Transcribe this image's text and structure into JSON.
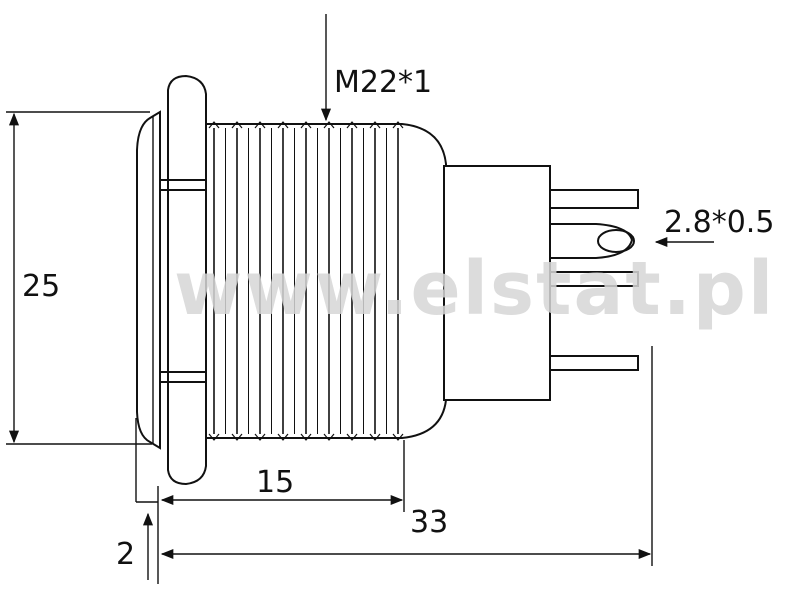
{
  "diagram": {
    "labels": {
      "thread": "M22*1",
      "terminal": "2.8*0.5",
      "height": "25",
      "thread_length": "15",
      "overall_length": "33",
      "flange": "2"
    },
    "watermark": "www.elstat.pl"
  }
}
